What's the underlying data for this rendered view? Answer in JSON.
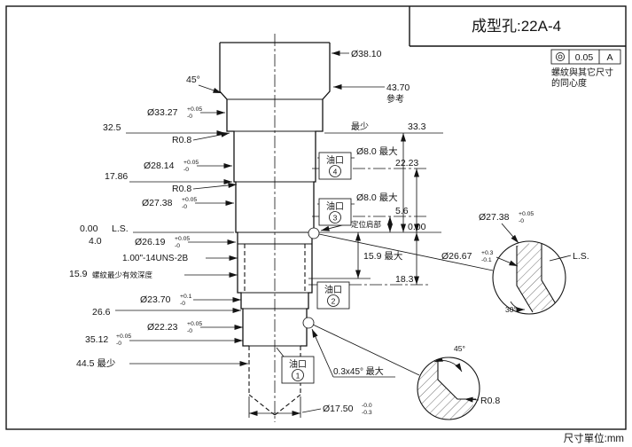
{
  "title_block": {
    "title": "成型孔:22A-4"
  },
  "footer": {
    "unit_note": "尺寸單位:mm"
  },
  "tolerance_frame": {
    "symbol_name": "concentricity",
    "value": "0.05",
    "datum": "A",
    "note_line1": "螺紋與其它尺寸",
    "note_line2": "的同心度"
  },
  "dims": {
    "phi_38_10": "Ø38.10",
    "chamfer_45": "45°",
    "ref_43_70": "43.70",
    "ref_note": "參考",
    "phi_33_27": "Ø33.27",
    "phi_33_27_tu": "+0.05",
    "phi_33_27_tl": "-0",
    "h_32_5": "32.5",
    "min_label": "最少",
    "h_33_3": "33.3",
    "r_0_8": "R0.8",
    "phi_28_14": "Ø28.14",
    "phi_28_14_tu": "+0.05",
    "phi_28_14_tl": "-0",
    "h_17_86": "17.86",
    "phi_8_max": "Ø8.0 最大",
    "h_22_23": "22.23",
    "phi_27_38": "Ø27.38",
    "phi_27_38_tu": "+0.05",
    "phi_27_38_tl": "-0",
    "h_5_6": "5.6",
    "zero_left": "0.00",
    "ls_left": "L.S.",
    "locating_shoulder": "定位肩部",
    "zero_right": "0.00",
    "h_4_0": "4.0",
    "phi_26_19": "Ø26.19",
    "phi_26_19_tu": "+0.05",
    "phi_26_19_tl": "-0",
    "thread": "1.00\"-14UNS-2B",
    "h_15_9": "15.9",
    "thread_depth_note": "螺紋最少有效深度",
    "h_15_9_max": "15.9 最大",
    "h_18_3": "18.3",
    "phi_23_70": "Ø23.70",
    "phi_23_70_tu": "+0.1",
    "phi_23_70_tl": "-0",
    "h_26_6": "26.6",
    "phi_22_23": "Ø22.23",
    "phi_22_23_tu": "+0.05",
    "phi_22_23_tl": "-0",
    "h_35_12": "35.12",
    "h_35_12_tu": "+0.05",
    "h_35_12_tl": "-0",
    "h_44_5_min": "44.5 最少",
    "chamfer_03_45": "0.3x45° 最大",
    "phi_17_50": "Ø17.50",
    "phi_17_50_tu": "-0.0",
    "phi_17_50_tl": "-0.3"
  },
  "oil_ports": {
    "label": "油口",
    "p1": "1",
    "p2": "2",
    "p3": "3",
    "p4": "4"
  },
  "detail_a": {
    "phi_27_38": "Ø27.38",
    "tu1": "+0.05",
    "tl1": "-0",
    "phi_26_67": "Ø26.67",
    "tu2": "+0.3",
    "tl2": "-0.1",
    "ls": "L.S.",
    "angle": "30°"
  },
  "detail_b": {
    "angle": "45°",
    "radius": "R0.8"
  }
}
